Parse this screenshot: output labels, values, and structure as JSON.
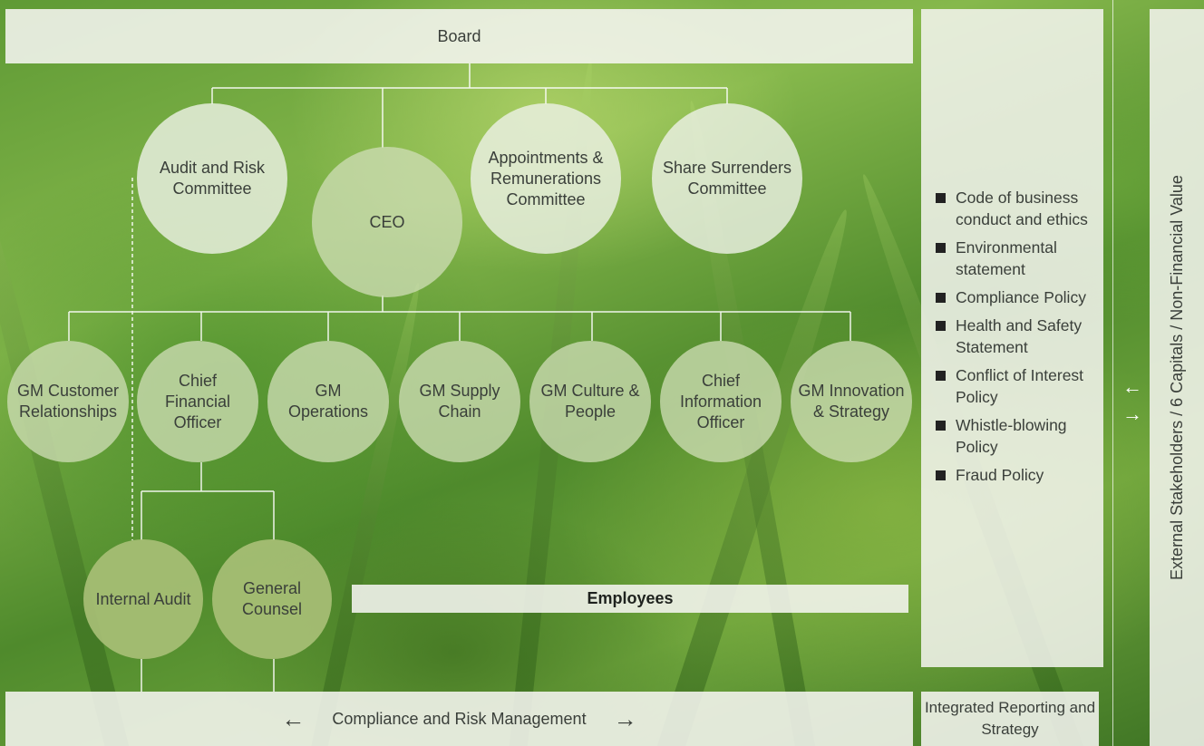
{
  "board": "Board",
  "committees": {
    "audit_risk": "Audit and Risk Committee",
    "ceo": "CEO",
    "appointments": "Appointments & Remunerations Committee",
    "share_surrenders": "Share Surrenders Committee"
  },
  "managers": [
    "GM Customer Relationships",
    "Chief Financial Officer",
    "GM Operations",
    "GM Supply Chain",
    "GM Culture & People",
    "Chief Information Officer",
    "GM Innovation & Strategy"
  ],
  "internal_audit": "Internal Audit",
  "general_counsel": "General Counsel",
  "employees": "Employees",
  "compliance": {
    "label": "Compliance and Risk Management",
    "left_arrow": "←",
    "right_arrow": "→"
  },
  "integrated": "Integrated Reporting and Strategy",
  "policies": [
    "Code of business conduct and ethics",
    "Environmental statement",
    "Compliance Policy",
    "Health and Safety Statement",
    "Conflict of Interest Policy",
    "Whistle-blowing Policy",
    "Fraud Policy"
  ],
  "side_arrows": {
    "left": "←",
    "right": "→"
  },
  "stakeholders": "External Stakeholders / 6 Capitals / Non-Financial Value",
  "colors": {
    "panel": "#f5f5f0",
    "circle_light": "#ecf0e4",
    "circle_olive": "#aac078",
    "bullet": "#222222",
    "connector": "#ffffff"
  }
}
